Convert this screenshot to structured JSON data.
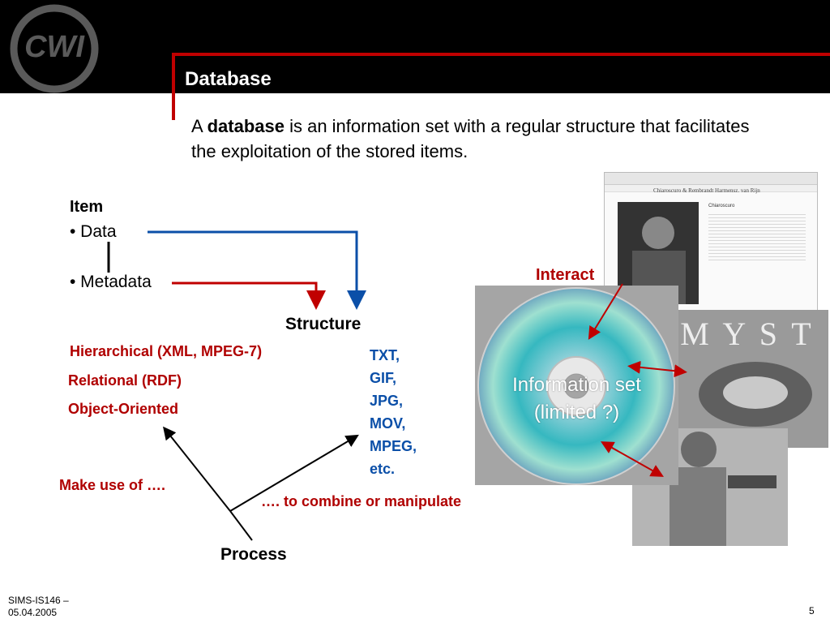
{
  "slide": {
    "title": "Database",
    "intro_prefix": "A ",
    "intro_bold": "database",
    "intro_rest": " is an information set with a regular structure that facilitates the exploitation of the stored items."
  },
  "item": {
    "heading": "Item",
    "data_label": "• Data",
    "metadata_label": "• Metadata"
  },
  "structure": {
    "heading": "Structure",
    "hierarchical": "Hierarchical (XML, MPEG-7)",
    "relational": "Relational (RDF)",
    "object_oriented": "Object-Oriented",
    "formats": [
      "TXT,",
      "GIF,",
      "JPG,",
      "MOV,",
      "MPEG,",
      "etc."
    ]
  },
  "process": {
    "heading": "Process",
    "make_use": "Make use of ….",
    "combine": "…. to combine or manipulate"
  },
  "info": {
    "interact": "Interact",
    "line1": "Information set",
    "line2": "(limited ?)"
  },
  "screenshot_mock": {
    "page_heading": "Chiaroscuro & Rembrandt Harmensz. van Rijn",
    "sidebar_title": "Chiaroscuro"
  },
  "myst_title": "M Y S T",
  "footer": {
    "course_line1": "SIMS-IS146 –",
    "course_line2": "05.04.2005",
    "page": "5"
  },
  "colors": {
    "accent_red": "#c00000",
    "label_red": "#b00000",
    "label_blue": "#0b4fa8",
    "header_bg": "#000000"
  }
}
